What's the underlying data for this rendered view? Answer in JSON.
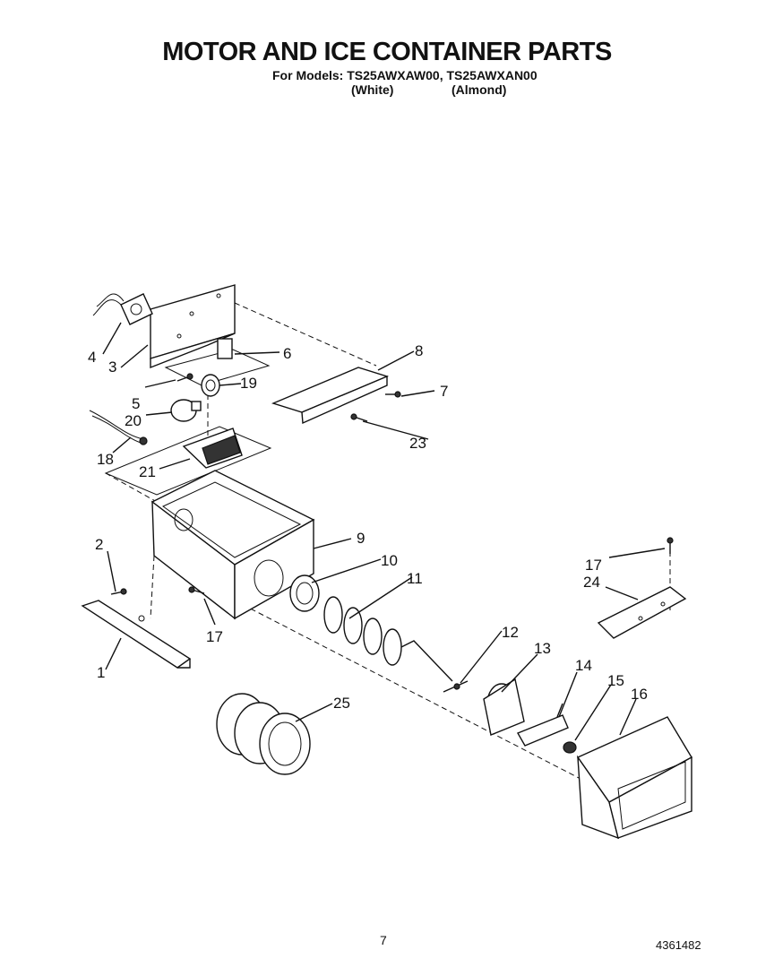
{
  "header": {
    "title": "MOTOR AND ICE CONTAINER PARTS",
    "models_line": "For Models: TS25AWXAW00, TS25AWXAN00",
    "color_white": "(White)",
    "color_almond": "(Almond)"
  },
  "callouts": [
    "1",
    "2",
    "3",
    "4",
    "5",
    "6",
    "7",
    "8",
    "9",
    "10",
    "11",
    "12",
    "13",
    "14",
    "15",
    "16",
    "17",
    "17",
    "18",
    "19",
    "20",
    "21",
    "23",
    "24",
    "25"
  ],
  "footer": {
    "page_number": "7",
    "document_number": "4361482"
  }
}
